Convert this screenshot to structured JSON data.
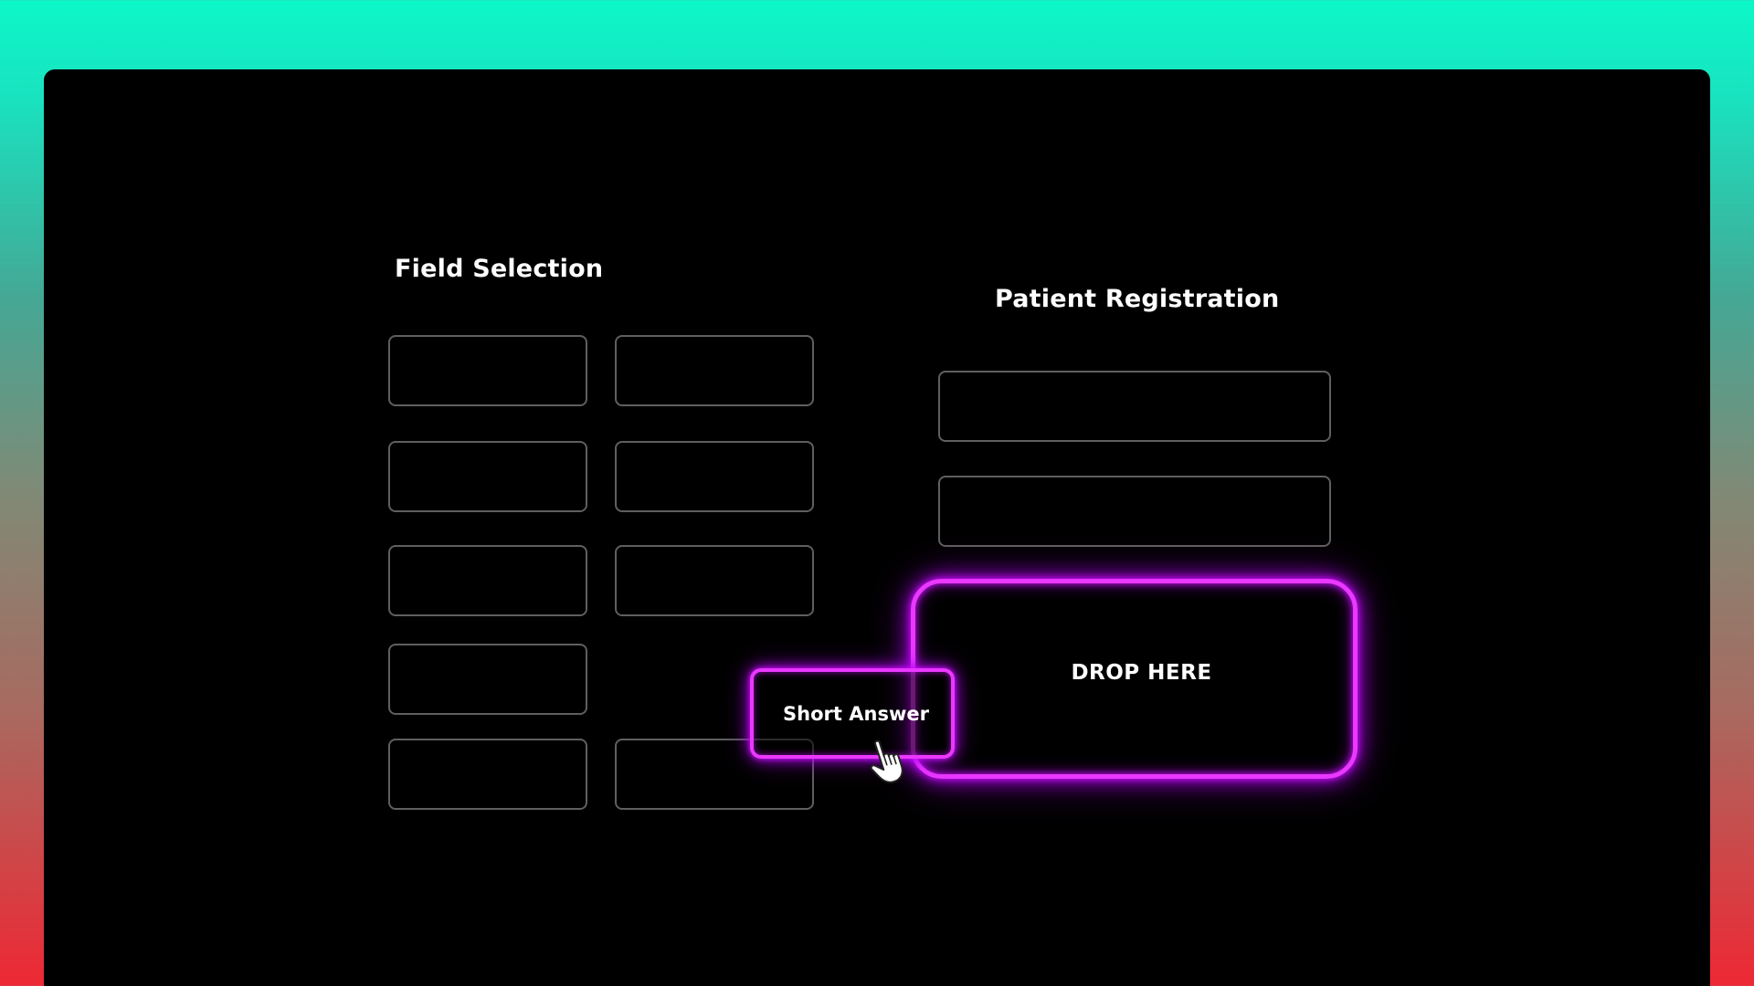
{
  "palette": {
    "background_top": "#0cf8c9",
    "background_bottom": "#ee2834",
    "panel": "#000000",
    "slot_border": "#5f5f5f",
    "neon_accent": "#ea38ff",
    "text": "#ffffff"
  },
  "field_selection": {
    "title": "Field Selection",
    "slot_count": 9
  },
  "patient_registration": {
    "title": "Patient Registration",
    "filled_slot_count": 2,
    "drop_zone_label": "DROP HERE"
  },
  "dragged_field": {
    "label": "Short Answer"
  },
  "cursor": {
    "icon": "hand-pointer-icon"
  }
}
